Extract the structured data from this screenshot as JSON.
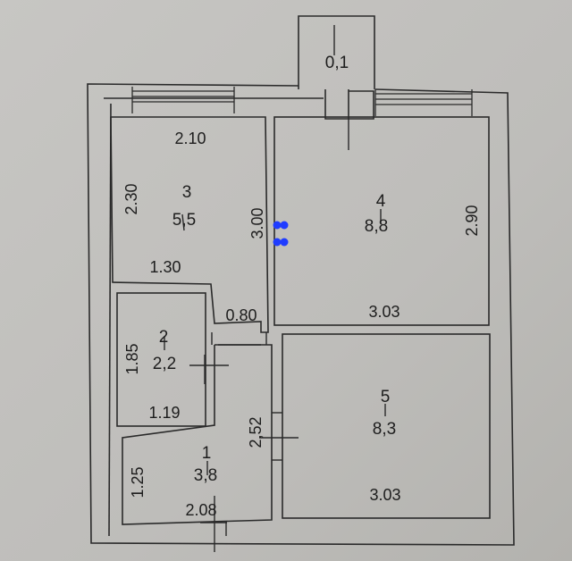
{
  "plan": {
    "rooms": [
      {
        "id": "0",
        "number": "",
        "area": "0,1"
      },
      {
        "id": "1",
        "number": "1",
        "area": "3,8"
      },
      {
        "id": "2",
        "number": "2",
        "area": "2,2"
      },
      {
        "id": "3",
        "number": "3",
        "area": "5,5"
      },
      {
        "id": "4",
        "number": "4",
        "area": "8,8"
      },
      {
        "id": "5",
        "number": "5",
        "area": "8,3"
      }
    ],
    "dimensions": {
      "r3_top": "2.10",
      "r3_left": "2.30",
      "r3_right": "3.00",
      "r3_bottom": "1.30",
      "door_gap": "0.80",
      "r2_left": "1.85",
      "r2_bottom": "1.19",
      "corridor": "2,52",
      "r1_left": "1.25",
      "r1_bottom": "2.08",
      "r4_right": "2.90",
      "r4_bottom": "3.03",
      "r5_bottom": "3.03"
    },
    "markers_color": "#1f3cff"
  }
}
